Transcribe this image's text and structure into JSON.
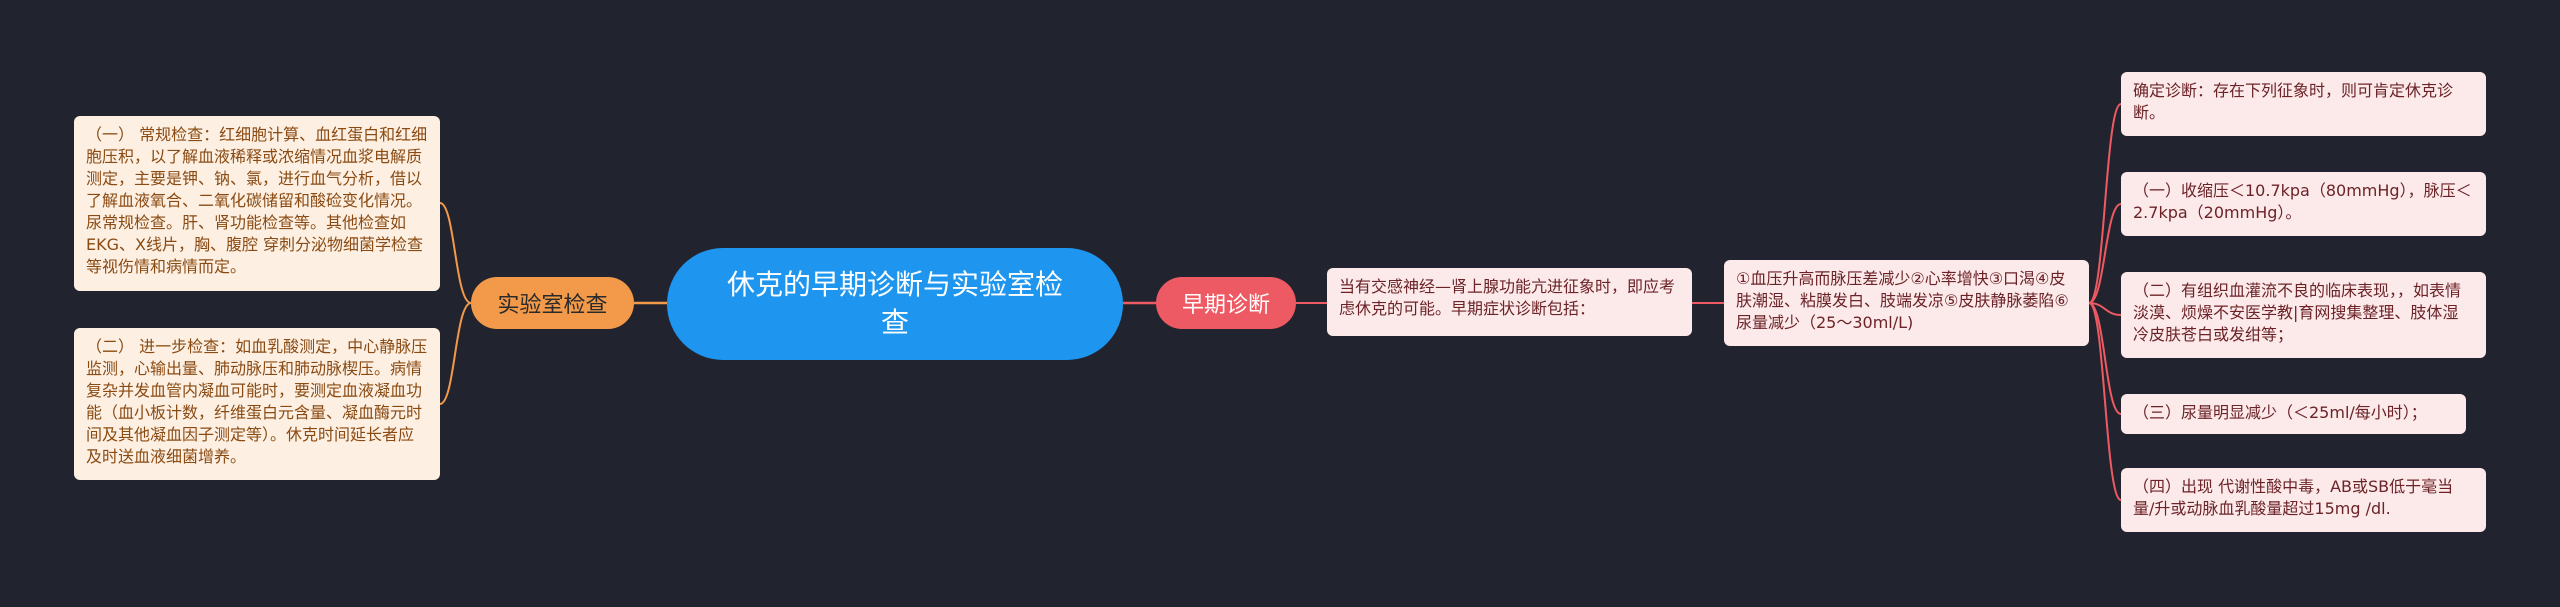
{
  "root": {
    "title": "休克的早期诊断与实验室检查"
  },
  "branches": {
    "lab": {
      "label": "实验室检查",
      "items": [
        "（一） 常规检查：红细胞计算、血红蛋白和红细胞压积，以了解血液稀释或浓缩情况血浆电解质测定，主要是钾、钠、氯，进行血气分析，借以了解血液氧合、二氧化碳储留和酸硷变化情况。尿常规检查。肝、肾功能检查等。其他检查如EKG、X线片，胸、腹腔 穿刺分泌物细菌学检查等视伤情和病情而定。",
        "（二） 进一步检查：如血乳酸测定，中心静脉压监测，心输出量、肺动脉压和肺动脉楔压。病情复杂并发血管内凝血可能时，要测定血液凝血功能（血小板计数，纤维蛋白元含量、凝血酶元时间及其他凝血因子测定等）。休克时间延长者应及时送血液细菌增养。"
      ]
    },
    "early": {
      "label": "早期诊断",
      "intro": "当有交感神经—肾上腺功能亢进征象时，即应考虑休克的可能。早期症状诊断包括：",
      "symptoms": "①血压升高而脉压差减少②心率增快③口渴④皮肤潮湿、粘膜发白、肢端发凉⑤皮肤静脉萎陷⑥尿量减少（25～30ml/L)",
      "diagnosis": [
        "确定诊断：存在下列征象时，则可肯定休克诊断。",
        "（一）收缩压＜10.7kpa（80mmHg），脉压＜2.7kpa（20mmHg）。",
        "（二）有组织血灌流不良的临床表现，，如表情淡漠、烦燥不安医学教|育网搜集整理、肢体湿冷皮肤苍白或发绀等；",
        "（三）尿量明显减少（＜25ml/每小时）；",
        "（四）出现 代谢性酸中毒，AB或SB低于毫当量/升或动脉血乳酸量超过15mg /dl."
      ]
    }
  },
  "colors": {
    "background": "#21242f",
    "root": "#1e96ef",
    "lab_branch": "#f29a4a",
    "early_branch": "#ee5a63",
    "lab_connector": "#f29a4a",
    "early_connector": "#ee5a63"
  }
}
